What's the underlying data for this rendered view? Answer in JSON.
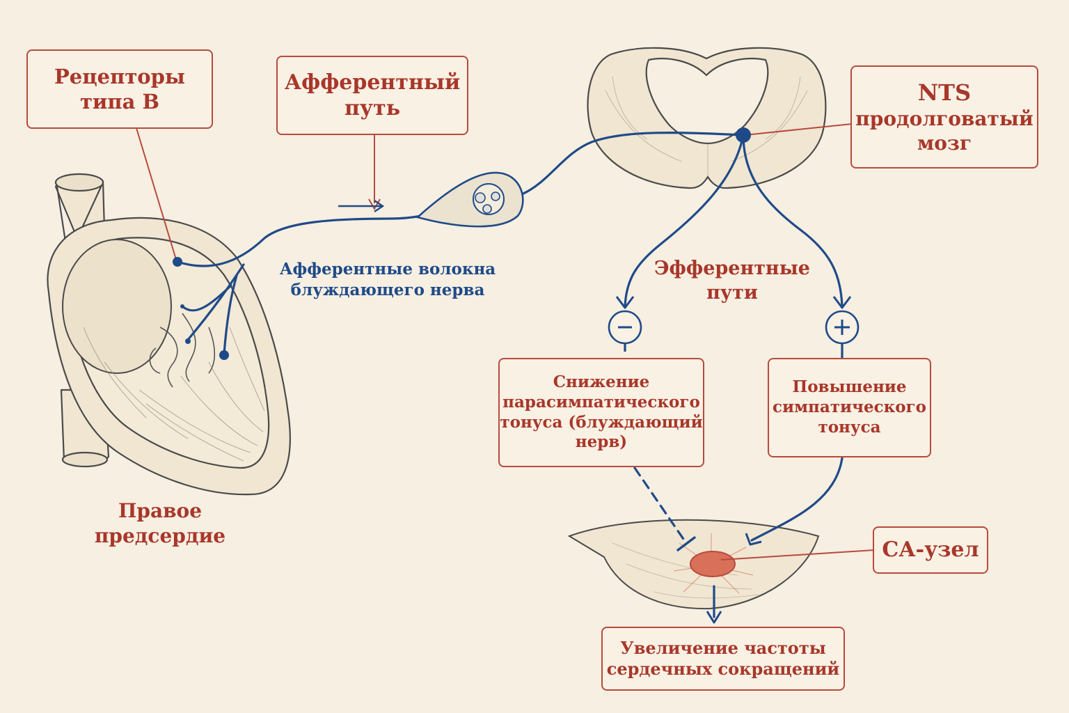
{
  "colors": {
    "background": "#f6efe2",
    "label_red": "#a8372a",
    "box_border": "#b84a3c",
    "nerve_blue": "#1f4a88",
    "sa_node": "#d9705a"
  },
  "boxes": {
    "receptors": [
      "Рецепторы",
      "типа B"
    ],
    "afferent_path": [
      "Афферентный",
      "путь"
    ],
    "nts": [
      "NTS",
      "продолговатый",
      "мозг"
    ],
    "parasympathetic": [
      "Снижение",
      "парасимпатического",
      "тонуса (блуждающий",
      "нерв)"
    ],
    "sympathetic": [
      "Повышение",
      "симпатического",
      "тонуса"
    ],
    "sa_node": [
      "СА-узел"
    ],
    "heart_rate": [
      "Увеличение частоты",
      "сердечных сокращений"
    ]
  },
  "labels": {
    "vagal_fibers": [
      "Афферентные волокна",
      "блуждающего нерва"
    ],
    "efferent_paths": [
      "Эфферентные",
      "пути"
    ],
    "right_atrium": [
      "Правое",
      "предсердие"
    ]
  },
  "signs": {
    "minus": "−",
    "plus": "+"
  }
}
